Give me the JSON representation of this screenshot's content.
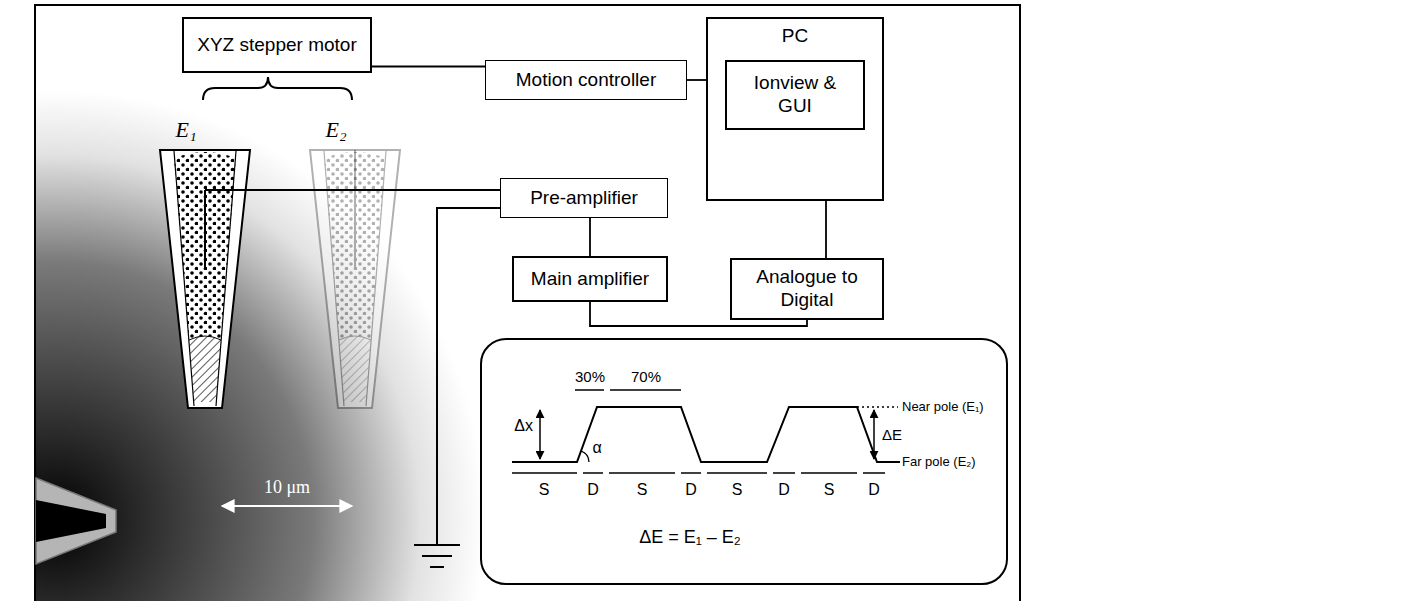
{
  "diagram": {
    "nodes": [
      {
        "text": [
          "XYZ stepper motor"
        ]
      },
      {
        "text": [
          "Motion controller"
        ]
      },
      {
        "text": [
          "PC"
        ]
      },
      {
        "text": [
          "Ionview & GUI"
        ],
        "in": 2
      },
      {
        "text": [
          "Pre-amplifier"
        ]
      },
      {
        "text": [
          "Main amplifier"
        ]
      },
      {
        "text": [
          "Analogue to Digital"
        ]
      },
      {
        "text": [
          "30%",
          "70%",
          "Δx",
          "α",
          "Near pole (E₁)",
          "ΔE",
          "Far pole (E₂)",
          "S",
          "D",
          "S",
          "D",
          "S",
          "D",
          "S",
          "D",
          "ΔE = E₁ – E₂"
        ]
      }
    ],
    "edges": [
      {
        "from": 0,
        "to": 1,
        "arrow": "none"
      },
      {
        "from": 1,
        "to": 2,
        "arrow": "none"
      },
      {
        "from": 4,
        "to": 5,
        "arrow": "none"
      },
      {
        "from": 5,
        "to": 6,
        "arrow": "none"
      },
      {
        "from": 2,
        "to": 6,
        "arrow": "none"
      }
    ],
    "labels": [
      "E₁",
      "E₂",
      "10 μm"
    ]
  }
}
